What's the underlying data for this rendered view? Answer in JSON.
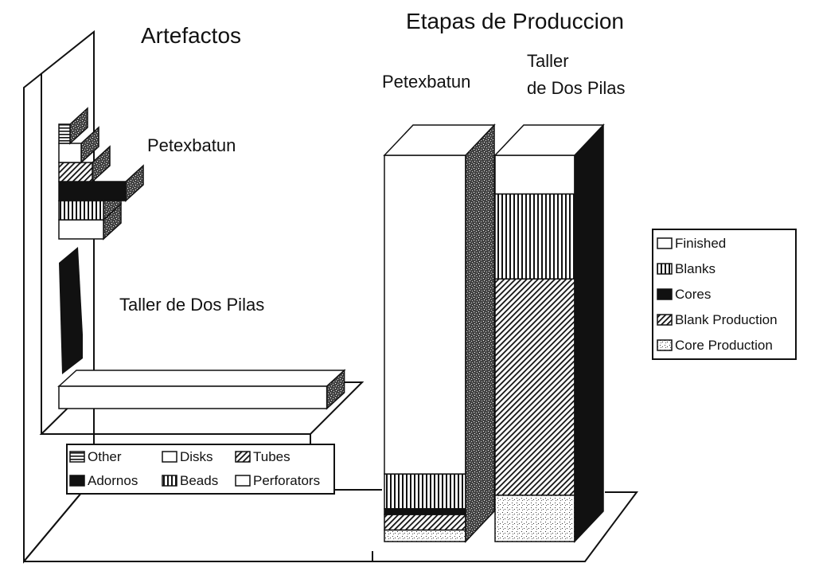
{
  "colors": {
    "ink": "#111111",
    "paper": "#ffffff",
    "shade": "#8a8a8a"
  },
  "chart_data": [
    {
      "type": "bar",
      "orientation": "horizontal",
      "stacked": true,
      "title": "Artefactos",
      "categories": [
        "Petexbatun",
        "Taller de Dos Pilas"
      ],
      "series": [
        {
          "name": "Perforators",
          "pattern": "white",
          "values": [
            4,
            0
          ]
        },
        {
          "name": "Beads",
          "pattern": "vstripe",
          "values": [
            4,
            0
          ]
        },
        {
          "name": "Adornos",
          "pattern": "black",
          "values": [
            6,
            1
          ]
        },
        {
          "name": "Tubes",
          "pattern": "diag",
          "values": [
            3,
            0
          ]
        },
        {
          "name": "Disks",
          "pattern": "white",
          "values": [
            2,
            99
          ]
        },
        {
          "name": "Other",
          "pattern": "hstripe",
          "values": [
            1,
            0
          ]
        }
      ],
      "legend": {
        "position": "bottom",
        "columns": 3,
        "order": [
          "Other",
          "Disks",
          "Tubes",
          "Adornos",
          "Beads",
          "Perforators"
        ]
      },
      "grid": false,
      "view": "3d"
    },
    {
      "type": "bar",
      "stacked": true,
      "percent": true,
      "title": "Etapas de Produccion",
      "categories": [
        "Petexbatun",
        "Taller de Dos Pilas"
      ],
      "series": [
        {
          "name": "Finished",
          "pattern": "white",
          "values": [
            82.5,
            10
          ]
        },
        {
          "name": "Blanks",
          "pattern": "vstripe",
          "values": [
            9,
            22
          ]
        },
        {
          "name": "Cores",
          "pattern": "black",
          "values": [
            1.5,
            0
          ]
        },
        {
          "name": "Blank Production",
          "pattern": "diag",
          "values": [
            4,
            56
          ]
        },
        {
          "name": "Core Production",
          "pattern": "stipple",
          "values": [
            3,
            12
          ]
        }
      ],
      "legend": {
        "position": "right",
        "order": [
          "Finished",
          "Blanks",
          "Cores",
          "Blank Production",
          "Core Production"
        ]
      },
      "grid": false,
      "view": "3d"
    }
  ]
}
